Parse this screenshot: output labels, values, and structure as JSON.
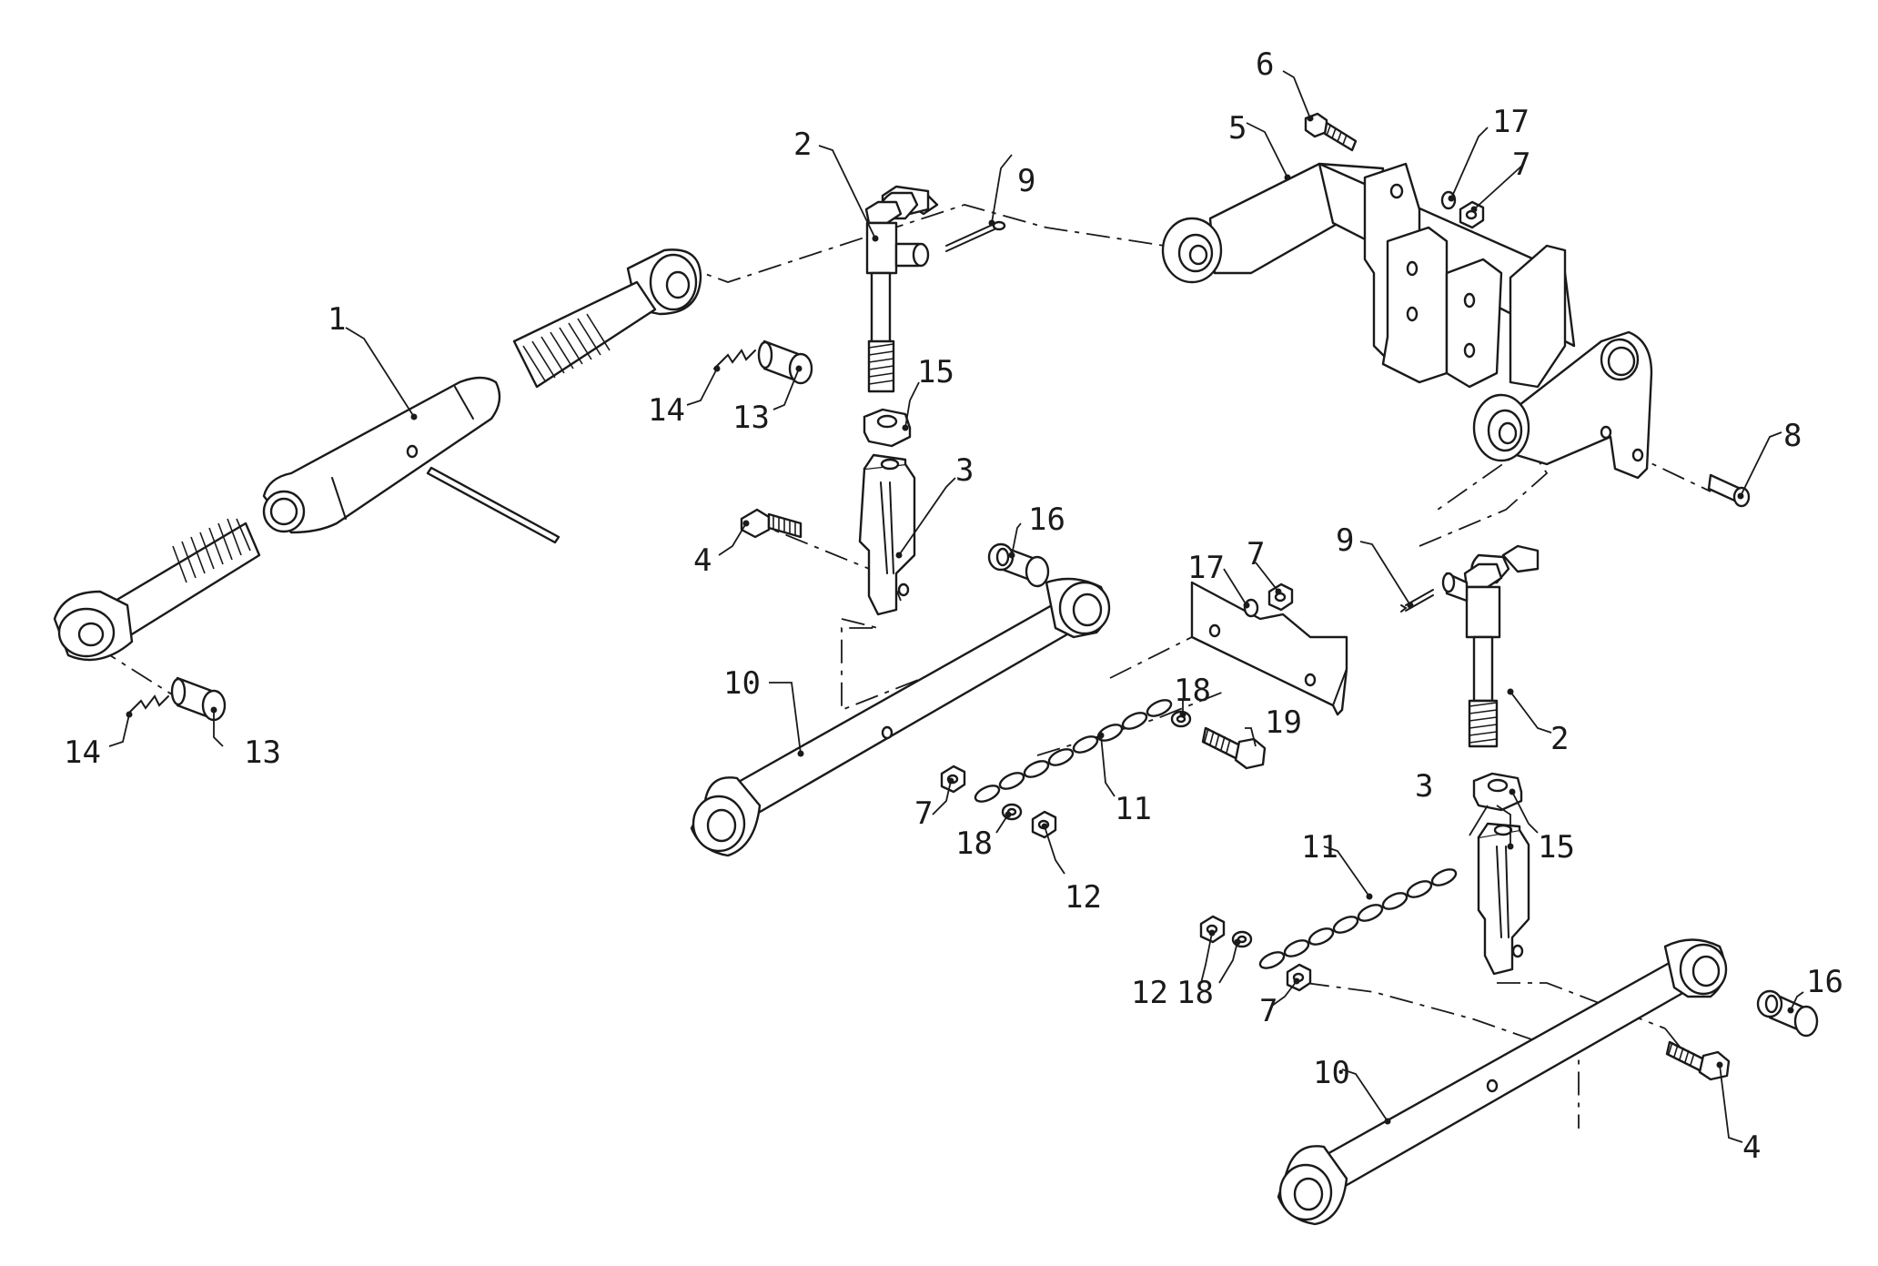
{
  "diagram": {
    "callouts": [
      {
        "id": "c1",
        "text": "1"
      },
      {
        "id": "c2a",
        "text": "2"
      },
      {
        "id": "c2b",
        "text": "2"
      },
      {
        "id": "c3a",
        "text": "3"
      },
      {
        "id": "c3b",
        "text": "3"
      },
      {
        "id": "c4a",
        "text": "4"
      },
      {
        "id": "c4b",
        "text": "4"
      },
      {
        "id": "c5",
        "text": "5"
      },
      {
        "id": "c6",
        "text": "6"
      },
      {
        "id": "c7a",
        "text": "7"
      },
      {
        "id": "c7b",
        "text": "7"
      },
      {
        "id": "c7c",
        "text": "7"
      },
      {
        "id": "c7d",
        "text": "7"
      },
      {
        "id": "c8",
        "text": "8"
      },
      {
        "id": "c9a",
        "text": "9"
      },
      {
        "id": "c9b",
        "text": "9"
      },
      {
        "id": "c10a",
        "text": "10"
      },
      {
        "id": "c10b",
        "text": "10"
      },
      {
        "id": "c11a",
        "text": "11"
      },
      {
        "id": "c11b",
        "text": "11"
      },
      {
        "id": "c12a",
        "text": "12"
      },
      {
        "id": "c12b",
        "text": "12"
      },
      {
        "id": "c13a",
        "text": "13"
      },
      {
        "id": "c13b",
        "text": "13"
      },
      {
        "id": "c14a",
        "text": "14"
      },
      {
        "id": "c14b",
        "text": "14"
      },
      {
        "id": "c15a",
        "text": "15"
      },
      {
        "id": "c15b",
        "text": "15"
      },
      {
        "id": "c16a",
        "text": "16"
      },
      {
        "id": "c16b",
        "text": "16"
      },
      {
        "id": "c17a",
        "text": "17"
      },
      {
        "id": "c17b",
        "text": "17"
      },
      {
        "id": "c18a",
        "text": "18"
      },
      {
        "id": "c18b",
        "text": "18"
      },
      {
        "id": "c18c",
        "text": "18"
      },
      {
        "id": "c19",
        "text": "19"
      }
    ]
  }
}
